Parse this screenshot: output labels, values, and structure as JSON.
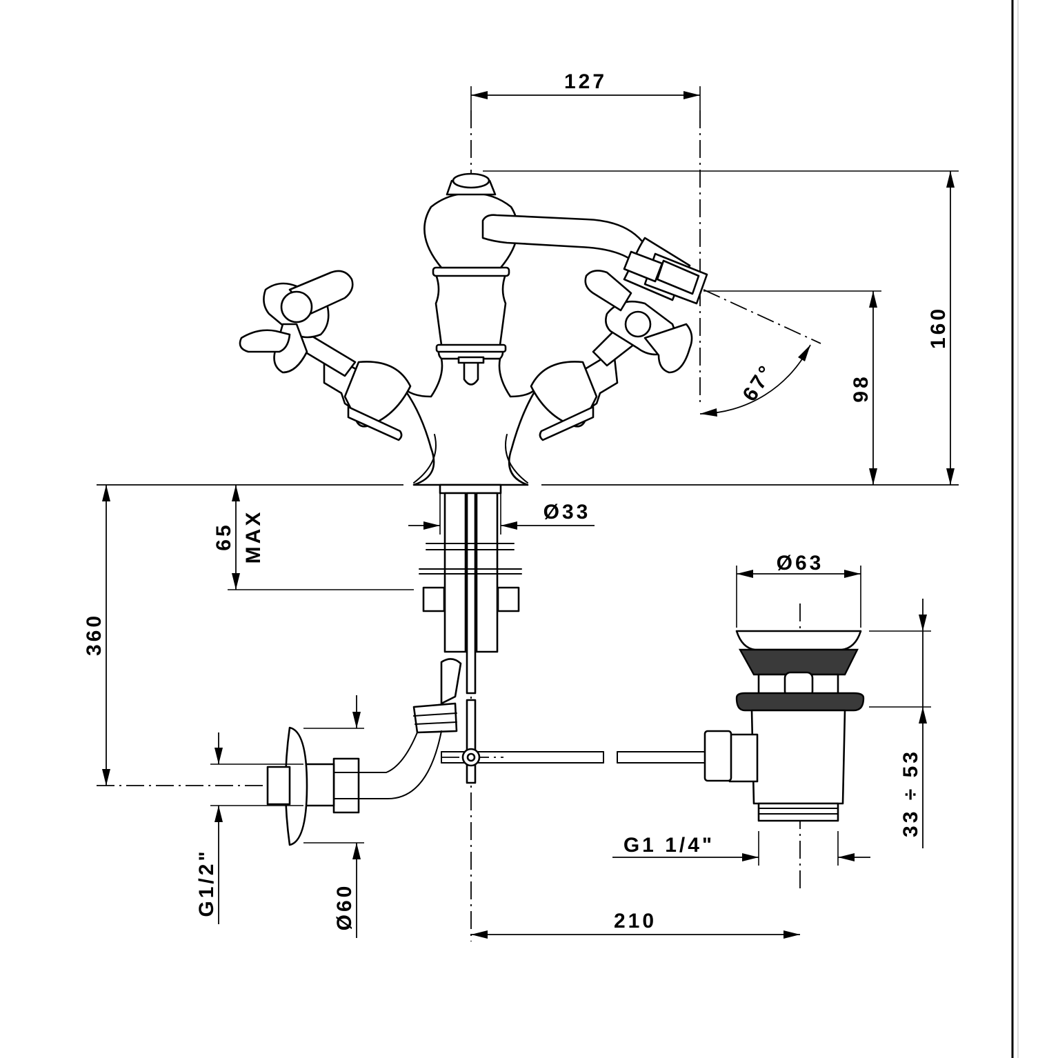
{
  "drawing": {
    "dimensions": {
      "spout_reach": "127",
      "total_height": "160",
      "spout_height": "98",
      "spout_angle": "67°",
      "hole_diameter": "Ø33",
      "deck_thickness_value": "65",
      "deck_thickness_qualifier": "MAX",
      "under_deck_length": "360",
      "waste_diameter": "Ø63",
      "waste_adjust_range": "33 ÷ 53",
      "waste_thread": "G1 1/4\"",
      "supply_thread": "G1/2\"",
      "rosette_diameter": "Ø60",
      "waste_offset": "210"
    },
    "colors": {
      "line": "#000000",
      "background": "#ffffff",
      "hatch": "#3a3a3a"
    }
  }
}
